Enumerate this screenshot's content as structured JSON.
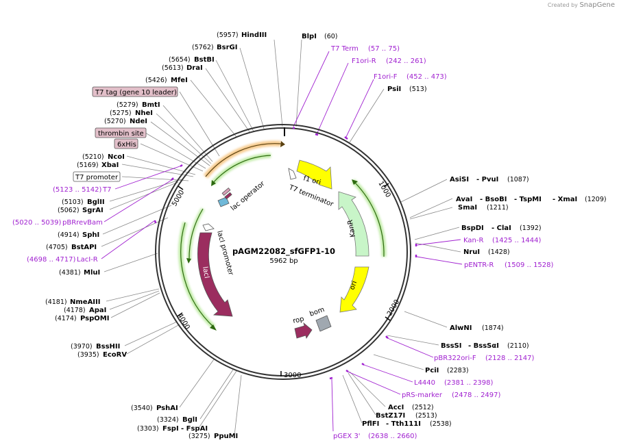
{
  "map": {
    "name": "pAGM22082_sfGFP1-10",
    "length_label": "5962 bp",
    "creator_prefix": "Created by",
    "creator_brand": "SnapGene"
  },
  "ticks": [
    "1000",
    "2000",
    "3000",
    "4000",
    "5000"
  ],
  "enzymes": [
    {
      "name": "HindIII",
      "pos": "(5957)"
    },
    {
      "name": "BsrGI",
      "pos": "(5762)"
    },
    {
      "name": "BstBI",
      "pos": "(5654)"
    },
    {
      "name": "DraI",
      "pos": "(5613)"
    },
    {
      "name": "MfeI",
      "pos": "(5426)"
    },
    {
      "name": "BmtI",
      "pos": "(5279)"
    },
    {
      "name": "NheI",
      "pos": "(5275)"
    },
    {
      "name": "NdeI",
      "pos": "(5270)"
    },
    {
      "name": "NcoI",
      "pos": "(5210)"
    },
    {
      "name": "XbaI",
      "pos": "(5169)"
    },
    {
      "name": "BglII",
      "pos": "(5103)"
    },
    {
      "name": "SgrAI",
      "pos": "(5062)"
    },
    {
      "name": "SphI",
      "pos": "(4914)"
    },
    {
      "name": "BstAPI",
      "pos": "(4705)"
    },
    {
      "name": "MluI",
      "pos": "(4381)"
    },
    {
      "name": "NmeAIII",
      "pos": "(4181)"
    },
    {
      "name": "ApaI",
      "pos": "(4178)"
    },
    {
      "name": "PspOMI",
      "pos": "(4174)"
    },
    {
      "name": "BssHII",
      "pos": "(3970)"
    },
    {
      "name": "EcoRV",
      "pos": "(3935)"
    },
    {
      "name": "PshAI",
      "pos": "(3540)"
    },
    {
      "name": "BglI",
      "pos": "(3324)"
    },
    {
      "name": "FspI",
      "pos": "(3303)"
    },
    {
      "name": "- FspAI",
      "pos": ""
    },
    {
      "name": "PpuMI",
      "pos": "(3275)"
    },
    {
      "name": "BlpI",
      "pos": "(60)"
    },
    {
      "name": "PsiI",
      "pos": "(513)"
    },
    {
      "name": "AsiSI",
      "pos": ""
    },
    {
      "name": "- PvuI",
      "pos": "(1087)"
    },
    {
      "name": "AvaI",
      "pos": ""
    },
    {
      "name": "- BsoBI",
      "pos": ""
    },
    {
      "name": "- TspMI",
      "pos": ""
    },
    {
      "name": "- XmaI",
      "pos": "(1209)"
    },
    {
      "name": "SmaI",
      "pos": "(1211)"
    },
    {
      "name": "BspDI",
      "pos": ""
    },
    {
      "name": "- ClaI",
      "pos": "(1392)"
    },
    {
      "name": "NruI",
      "pos": "(1428)"
    },
    {
      "name": "AlwNI",
      "pos": "(1874)"
    },
    {
      "name": "BssSI",
      "pos": ""
    },
    {
      "name": "- BssSαI",
      "pos": "(2110)"
    },
    {
      "name": "PciI",
      "pos": "(2283)"
    },
    {
      "name": "AccI",
      "pos": "(2512)"
    },
    {
      "name": "BstZ17I",
      "pos": "(2513)"
    },
    {
      "name": "PflFI",
      "pos": ""
    },
    {
      "name": "- Tth111I",
      "pos": "(2538)"
    }
  ],
  "primers": [
    {
      "name": "T7 Term",
      "range": "(57 .. 75)"
    },
    {
      "name": "F1ori-R",
      "range": "(242 .. 261)"
    },
    {
      "name": "F1ori-F",
      "range": "(452 .. 473)"
    },
    {
      "name": "Kan-R",
      "range": "(1425 .. 1444)"
    },
    {
      "name": "pENTR-R",
      "range": "(1509 .. 1528)"
    },
    {
      "name": "pBR322ori-F",
      "range": "(2128 .. 2147)"
    },
    {
      "name": "L4440",
      "range": "(2381 .. 2398)"
    },
    {
      "name": "pRS-marker",
      "range": "(2478 .. 2497)"
    },
    {
      "name": "pGEX 3'",
      "range": "(2638 .. 2660)"
    },
    {
      "name": "T7",
      "range": "(5123 .. 5142)"
    },
    {
      "name": "pBRrevBam",
      "range": "(5020 .. 5039)"
    },
    {
      "name": "LacI-R",
      "range": "(4698 .. 4717)"
    }
  ],
  "boxed_features": [
    "T7 tag (gene 10 leader)",
    "thrombin site",
    "6xHis",
    "T7 promoter"
  ],
  "features": {
    "f1_ori": "f1 ori",
    "t7_terminator": "T7 terminator",
    "kanr": "KanR",
    "ori": "ori",
    "rop": "rop",
    "bom": "bom",
    "laci": "lacI",
    "laci_promoter": "lacI promoter",
    "lac_operator": "lac operator"
  },
  "colors": {
    "backbone": "#333333",
    "f1_ori": "#ffff00",
    "kanr": "#c8f5c8",
    "ori": "#ffff00",
    "laci": "#9b2d5f",
    "rop": "#9b2d5f",
    "bom": "#a0a8b0",
    "primer": "#a020d0",
    "orf_arrow": "#4a8a1a",
    "highlight_orange": "#f0a030",
    "box_fill": "#e2bfc9"
  }
}
